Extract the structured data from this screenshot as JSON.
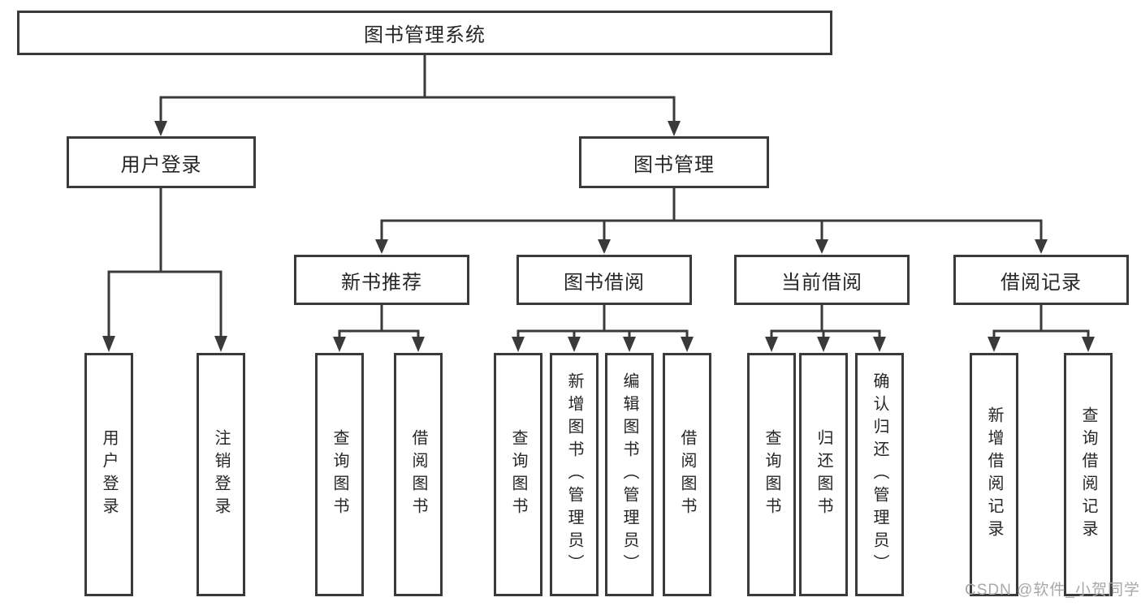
{
  "diagram": {
    "type": "tree",
    "root": {
      "label": "图书管理系统"
    },
    "level1": [
      {
        "label": "用户登录",
        "parent": "图书管理系统"
      },
      {
        "label": "图书管理",
        "parent": "图书管理系统"
      }
    ],
    "level2": [
      {
        "label": "新书推荐",
        "parent": "图书管理"
      },
      {
        "label": "图书借阅",
        "parent": "图书管理"
      },
      {
        "label": "当前借阅",
        "parent": "图书管理"
      },
      {
        "label": "借阅记录",
        "parent": "图书管理"
      }
    ],
    "leaves": [
      {
        "label": "用户登录",
        "parent": "用户登录"
      },
      {
        "label": "注销登录",
        "parent": "用户登录"
      },
      {
        "label": "查询图书",
        "parent": "新书推荐"
      },
      {
        "label": "借阅图书",
        "parent": "新书推荐"
      },
      {
        "label": "查询图书",
        "parent": "图书借阅"
      },
      {
        "label": "新增图书（管理员）",
        "parent": "图书借阅"
      },
      {
        "label": "编辑图书（管理员）",
        "parent": "图书借阅"
      },
      {
        "label": "借阅图书",
        "parent": "图书借阅"
      },
      {
        "label": "查询图书",
        "parent": "当前借阅"
      },
      {
        "label": "归还图书",
        "parent": "当前借阅"
      },
      {
        "label": "确认归还（管理员）",
        "parent": "当前借阅"
      },
      {
        "label": "新增借阅记录",
        "parent": "借阅记录"
      },
      {
        "label": "查询借阅记录",
        "parent": "借阅记录"
      }
    ]
  },
  "watermark": {
    "text": "CSDN @软件_小贺同学"
  },
  "colors": {
    "line": "#3a3a3a",
    "text": "#262626",
    "watermark": "#a8a8a8",
    "background": "#ffffff"
  }
}
